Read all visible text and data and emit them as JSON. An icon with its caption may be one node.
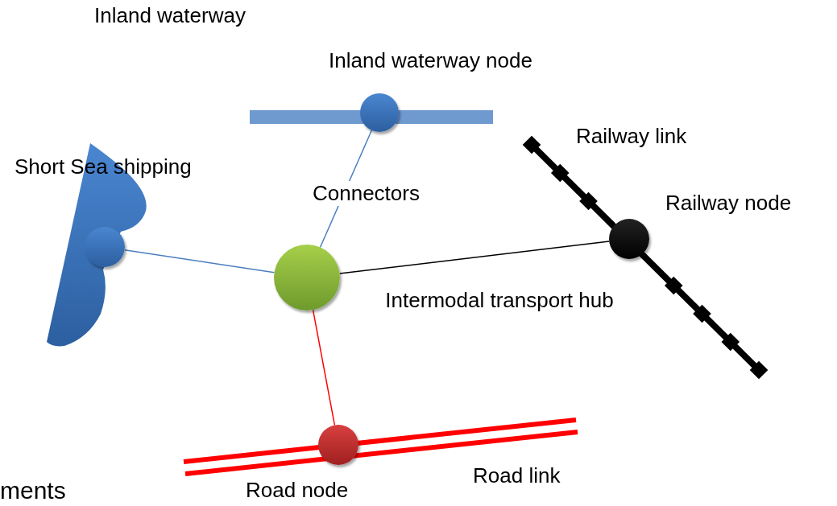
{
  "diagram": {
    "nodes": [
      {
        "text": [],
        "shape": "circle",
        "beside": [
          "Inland waterway node"
        ]
      },
      {
        "text": [],
        "shape": "circle"
      },
      {
        "text": [],
        "shape": "circle",
        "beside": [
          "Intermodal transport hub"
        ]
      },
      {
        "text": [],
        "shape": "circle",
        "beside": [
          "Railway node"
        ]
      },
      {
        "text": [],
        "shape": "circle",
        "beside": [
          "Road node"
        ]
      }
    ],
    "edges": [
      {
        "from": 2,
        "to": 0,
        "arrow": "none",
        "color": "#4a7ebf"
      },
      {
        "from": 2,
        "to": 1,
        "arrow": "none",
        "color": "#4a7ebf"
      },
      {
        "from": 2,
        "to": 3,
        "arrow": "none",
        "color": "#000000"
      },
      {
        "from": 2,
        "to": 4,
        "arrow": "none",
        "color": "#ff0000"
      }
    ],
    "labels": [
      "Inland waterway",
      "Short Sea shipping",
      "Railway link",
      "Connectors",
      "Road link",
      "ments"
    ]
  }
}
